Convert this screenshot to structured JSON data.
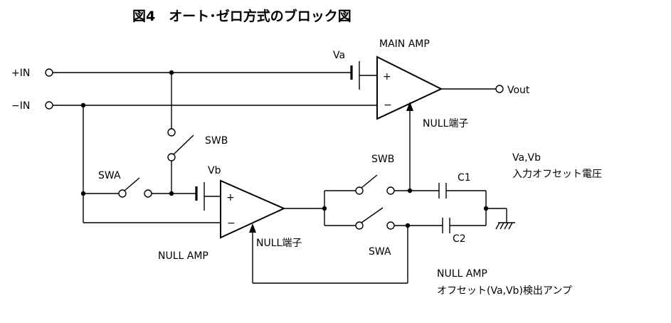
{
  "title": "図4　オート･ゼロ方式のブロック図",
  "inputs": {
    "plus": "+IN",
    "minus": "−IN"
  },
  "output": "Vout",
  "main_amp": {
    "label": "MAIN AMP",
    "plus": "+",
    "minus": "−",
    "offset": "Va",
    "null_terminal": "NULL端子"
  },
  "null_amp": {
    "label": "NULL AMP",
    "plus": "+",
    "minus": "−",
    "offset": "Vb",
    "null_terminal": "NULL端子"
  },
  "switches": {
    "swb_left": "SWB",
    "swa_left": "SWA",
    "swb_right": "SWB",
    "swa_right": "SWA"
  },
  "capacitors": {
    "c1": "C1",
    "c2": "C2"
  },
  "notes": {
    "offset_line1": "Va,Vb",
    "offset_line2": "入力オフセット電圧",
    "null_line1": "NULL AMP",
    "null_line2": "オフセット(Va,Vb)検出アンプ"
  }
}
